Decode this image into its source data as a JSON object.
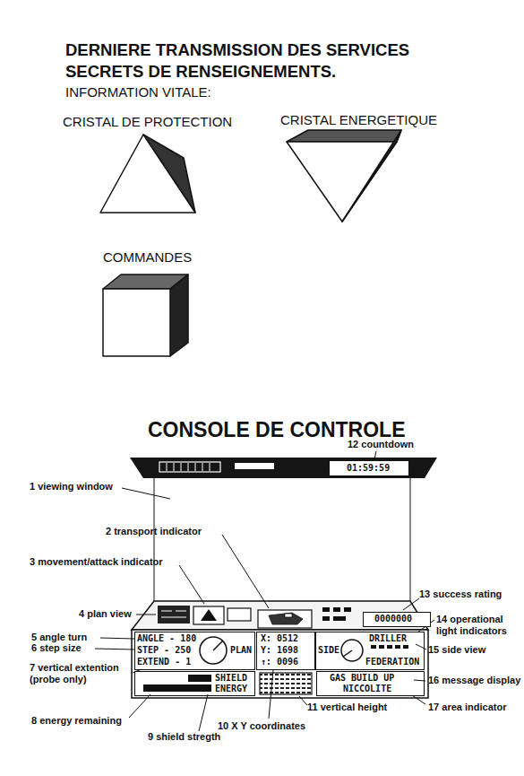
{
  "diagram": {
    "title": "DERNIERE TRANSMISSION DES SERVICES SECRETS DE RENSEIGNEMENTS.",
    "nodes": [
      {
        "text": [
          "01:59:59"
        ]
      },
      {
        "text": [
          "0000000"
        ]
      },
      {
        "text": [
          "ANGLE - 180",
          "STEP - 250",
          "EXTEND - 1",
          "PLAN"
        ]
      },
      {
        "text": [
          "X: 0512",
          "Y: 1698",
          "↑: 0096"
        ]
      },
      {
        "text": [
          "SIDE",
          "DRILLER",
          "FEDERATION"
        ]
      },
      {
        "text": [
          "SHIELD",
          "ENERGY"
        ]
      },
      {
        "text": [
          "GAS BUILD UP",
          "NICCOLITE"
        ]
      }
    ],
    "labels": [
      "INFORMATION VITALE:",
      "CRISTAL DE PROTECTION",
      "CRISTAL ENERGETIQUE",
      "COMMANDES",
      "CONSOLE DE CONTROLE",
      "12 countdown",
      "1 viewing window",
      "2 transport indicator",
      "3 movement/attack indicator",
      "4 plan view",
      "5 angle turn",
      "6 step size",
      "7 vertical extention (probe only)",
      "8 energy remaining",
      "9 shield stregth",
      "10 X Y coordinates",
      "11 vertical height",
      "13 success rating",
      "14 operational light indicators",
      "15 side view",
      "16 message display",
      "17 area indicator"
    ]
  }
}
